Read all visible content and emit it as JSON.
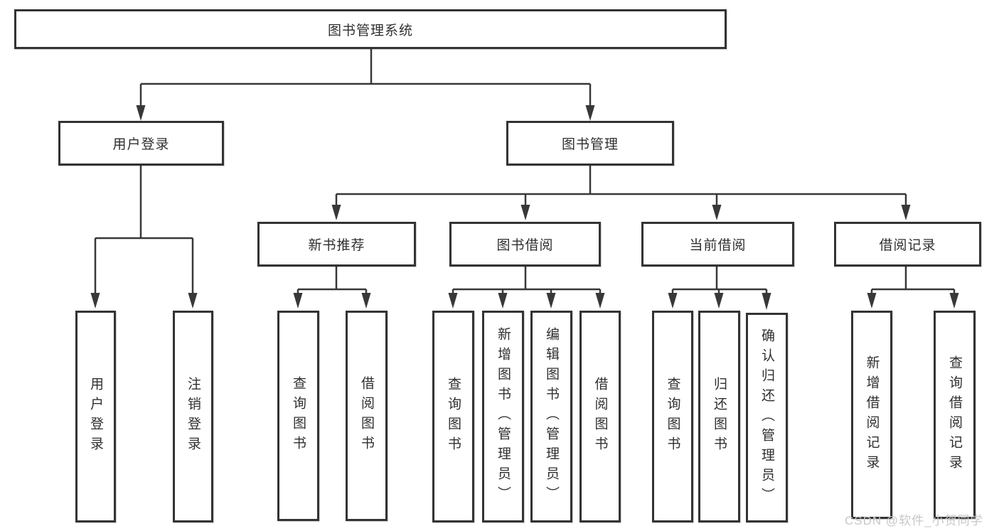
{
  "diagram_title": "图书管理系统",
  "tree": {
    "root": {
      "label": "图书管理系统",
      "children": [
        {
          "label": "用户登录",
          "children": [
            {
              "label": "用户登录"
            },
            {
              "label": "注销登录"
            }
          ]
        },
        {
          "label": "图书管理",
          "children": [
            {
              "label": "新书推荐",
              "children": [
                {
                  "label": "查询图书"
                },
                {
                  "label": "借阅图书"
                }
              ]
            },
            {
              "label": "图书借阅",
              "children": [
                {
                  "label": "查询图书"
                },
                {
                  "label": "新增图书（管理员）"
                },
                {
                  "label": "编辑图书（管理员）"
                },
                {
                  "label": "借阅图书"
                }
              ]
            },
            {
              "label": "当前借阅",
              "children": [
                {
                  "label": "查询图书"
                },
                {
                  "label": "归还图书"
                },
                {
                  "label": "确认归还（管理员）"
                }
              ]
            },
            {
              "label": "借阅记录",
              "children": [
                {
                  "label": "新增借阅记录"
                },
                {
                  "label": "查询借阅记录"
                }
              ]
            }
          ]
        }
      ]
    }
  },
  "watermark": {
    "text": "CSDN @软件_小贺同学",
    "color": "#c8c8c8"
  },
  "colors": {
    "line": "#383838",
    "box_border": "#333333",
    "box_fill": "#ffffff",
    "text": "#2f2f2f",
    "background": "#ffffff"
  }
}
